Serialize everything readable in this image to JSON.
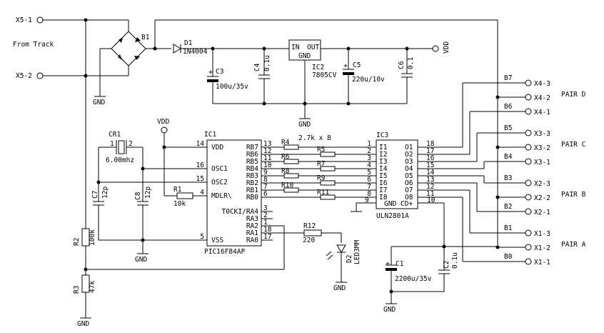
{
  "labels": {
    "x5_1": "X5-1",
    "x5_2": "X5-2",
    "from_track": "From Track",
    "b1": "B1",
    "gnd": "GND",
    "d1": "D1",
    "d1_part": "1N4004",
    "c3": "C3",
    "c3_val": "100u/35v",
    "c4": "C4",
    "c4_val": "0.1u",
    "ic2_in": "IN",
    "ic2_out": "OUT",
    "ic2_gnd": "GND",
    "ic2": "IC2",
    "ic2_part": "7805CV",
    "c5": "C5",
    "c5_val": "220u/10v",
    "c6": "C6",
    "c6_val": "0.1",
    "vdd": "VDD",
    "cr1": "CR1",
    "cr1_val": "6.00mhz",
    "pin1": "1",
    "pin2": "2",
    "c7": "C7",
    "c7_val": "12p",
    "c8": "C8",
    "c8_val": "12p",
    "r1": "R1",
    "r1_val": "10k",
    "r2": "R2",
    "r2_val": "100k",
    "r3": "R3",
    "r3_val": "47k",
    "ic1": "IC1",
    "ic1_part": "PIC16F84AP",
    "ic1_pins_left": [
      "VDD",
      "OSC1",
      "OSC2",
      "MDLR\\",
      "VSS"
    ],
    "ic1_pinnums_left": [
      "14",
      "16",
      "15",
      "4",
      "5"
    ],
    "ic1_pins_right": [
      "RB7",
      "RB6",
      "RB5",
      "RB4",
      "RB3",
      "RB2",
      "RB1",
      "RB0",
      "T0CKI/RA4",
      "RA3",
      "RA2",
      "RA1",
      "RA0"
    ],
    "ic1_pinnums_right": [
      "13",
      "12",
      "11",
      "10",
      "9",
      "8",
      "7",
      "6",
      "3",
      "2",
      "1",
      "18",
      "17"
    ],
    "r_array": [
      "R4",
      "R5",
      "R6",
      "R7",
      "R8",
      "R9",
      "R10",
      "R11"
    ],
    "r_array_val": "2.7k x 8",
    "r12": "R12",
    "r12_val": "220",
    "d2": "D2",
    "d2_part": "LED3MM",
    "ic3": "IC3",
    "ic3_part": "ULN2801A",
    "ic3_in_pins": [
      "I1",
      "I2",
      "I3",
      "I4",
      "I5",
      "I6",
      "I7",
      "I8"
    ],
    "ic3_in_nums": [
      "1",
      "2",
      "3",
      "4",
      "5",
      "6",
      "7",
      "8"
    ],
    "ic3_out_pins": [
      "O1",
      "O2",
      "O3",
      "O4",
      "O5",
      "O6",
      "O7",
      "O8"
    ],
    "ic3_out_nums": [
      "18",
      "17",
      "16",
      "15",
      "14",
      "13",
      "12",
      "11"
    ],
    "ic3_gnd": "GND",
    "ic3_cd": "CD+",
    "ic3_gnd_num": "9",
    "ic3_cd_num": "10",
    "c1": "C1",
    "c1_val": "2200u/35v",
    "c2": "C2",
    "c2_val": "0.1u",
    "bits": [
      "B7",
      "B6",
      "B5",
      "B4",
      "B3",
      "B2",
      "B1",
      "B0"
    ],
    "conns": [
      "X4-3",
      "X4-2",
      "X4-1",
      "X3-3",
      "X3-2",
      "X3-1",
      "X2-3",
      "X2-2",
      "X2-1",
      "X1-3",
      "X1-2",
      "X1-1"
    ],
    "pairs": [
      "PAIR D",
      "PAIR C",
      "PAIR B",
      "PAIR A"
    ]
  }
}
